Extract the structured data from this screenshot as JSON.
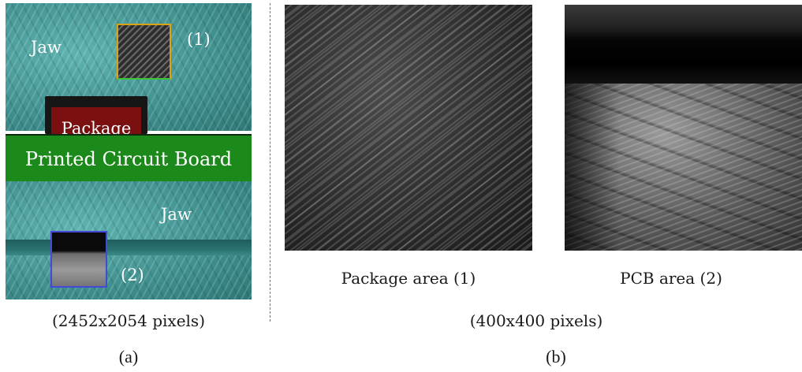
{
  "panel_a": {
    "jaw_top": "Jaw",
    "jaw_bottom": "Jaw",
    "package": "Package",
    "pcb": "Printed Circuit Board",
    "roi_1": "(1)",
    "roi_2": "(2)",
    "size_caption": "(2452x2054 pixels)",
    "sub_label": "(a)",
    "roi_1_border_color": "#d9a316",
    "roi_2_border_color": "#4848d8"
  },
  "panel_b": {
    "image_1_caption": "Package area (1)",
    "image_2_caption": "PCB area (2)",
    "size_caption": "(400x400 pixels)",
    "sub_label": "(b)"
  },
  "colors": {
    "jaw": "#3f8f8e",
    "pcb": "#1c8a1a",
    "package": "#7a1010"
  }
}
